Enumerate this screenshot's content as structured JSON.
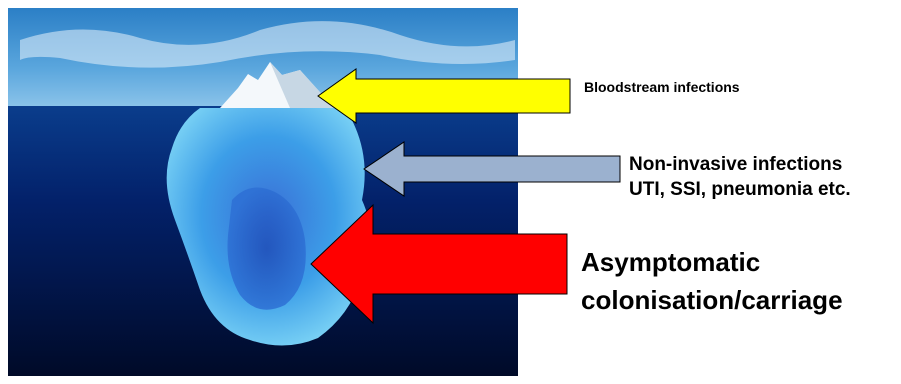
{
  "labels": {
    "tip": "Bloodstream infections",
    "middle_line1": "Non-invasive infections",
    "middle_line2": "UTI, SSI, pneumonia etc.",
    "bottom_line1": "Asymptomatic",
    "bottom_line2": "colonisation/carriage"
  },
  "colors": {
    "tip_arrow": "#ffff00",
    "middle_arrow": "#9bb1cf",
    "bottom_arrow": "#ff0000"
  }
}
